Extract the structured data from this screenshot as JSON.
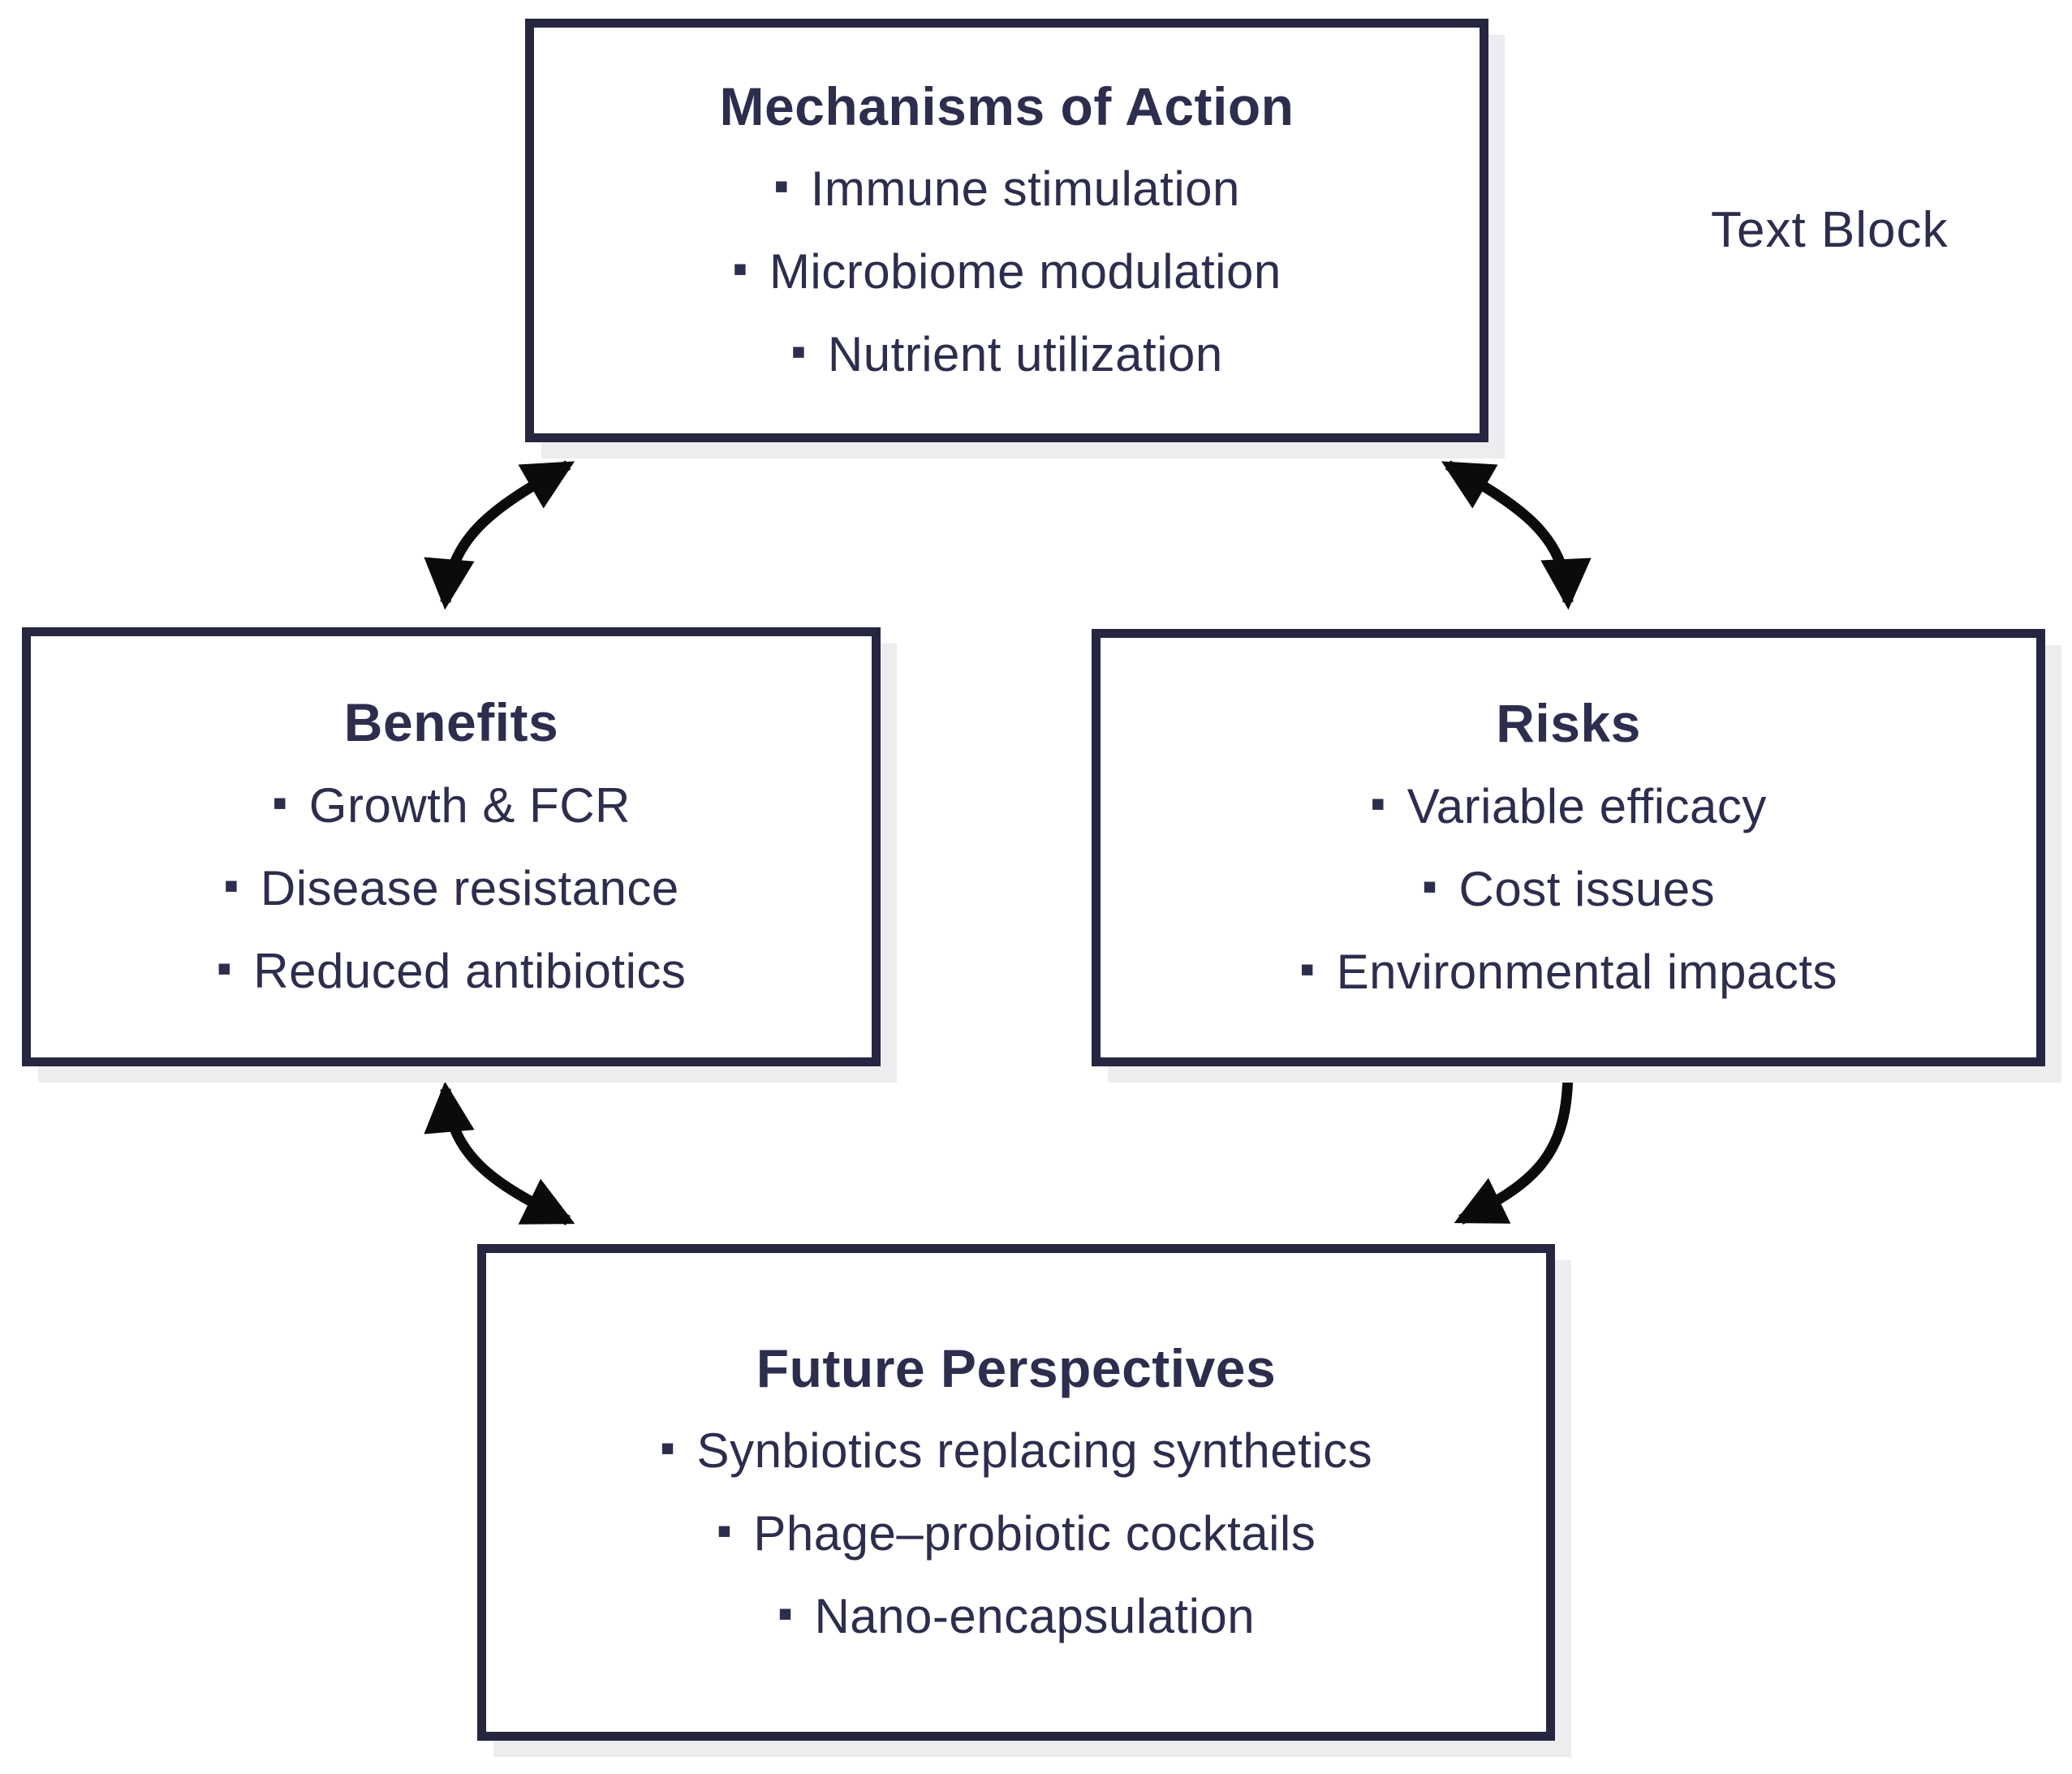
{
  "diagram": {
    "text_block_label": "Text Block",
    "bullet_char": "▪",
    "nodes": [
      {
        "id": "mechanisms",
        "title": "Mechanisms of Action",
        "items": [
          "Immune stimulation",
          "Microbiome modulation",
          "Nutrient utilization"
        ]
      },
      {
        "id": "benefits",
        "title": "Benefits",
        "items": [
          "Growth & FCR",
          "Disease resistance",
          "Reduced antibiotics"
        ]
      },
      {
        "id": "risks",
        "title": "Risks",
        "items": [
          "Variable efficacy",
          "Cost issues",
          "Environmental impacts"
        ]
      },
      {
        "id": "future",
        "title": "Future Perspectives",
        "items": [
          "Synbiotics replacing synthetics",
          "Phage–probiotic cocktails",
          "Nano-encapsulation"
        ]
      }
    ],
    "connections": [
      {
        "from": "mechanisms",
        "to": "benefits",
        "bidirectional": true
      },
      {
        "from": "mechanisms",
        "to": "risks",
        "bidirectional": true
      },
      {
        "from": "benefits",
        "to": "future",
        "bidirectional": true
      },
      {
        "from": "risks",
        "to": "future",
        "bidirectional": false
      }
    ],
    "colors": {
      "background": "#ffffff",
      "box_background": "#ffffff",
      "border": "#262641",
      "text": "#2d2d4d",
      "arrow": "#0b0b0b",
      "shadow": "#ededf0"
    }
  }
}
